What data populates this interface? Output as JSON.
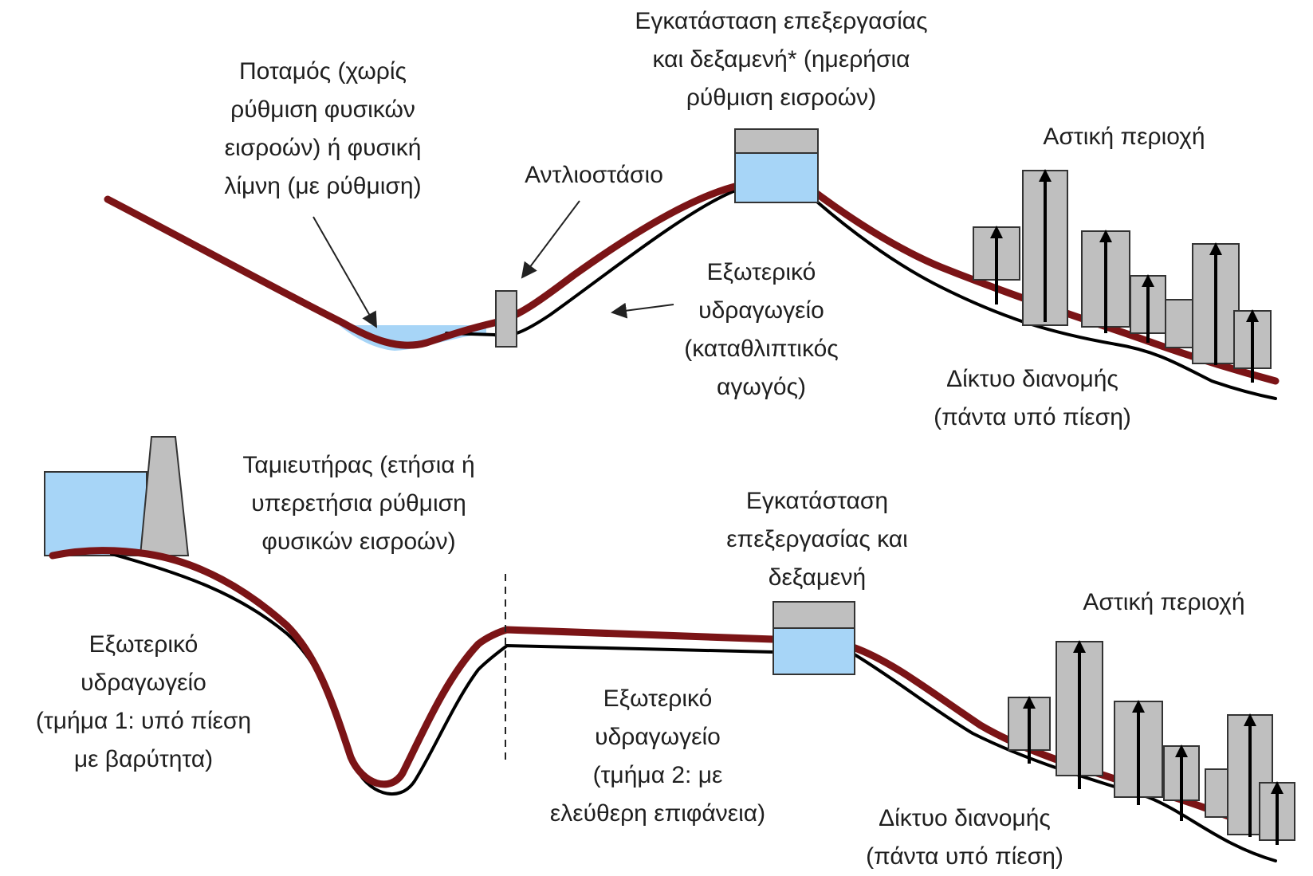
{
  "colors": {
    "pipe": "#7b1416",
    "ground": "#000000",
    "water": "#a7d5f7",
    "structure": "#bfbfbf",
    "outline": "#333333"
  },
  "top_scheme": {
    "river_label": [
      "Ποταμός (χωρίς",
      "ρύθμιση φυσικών",
      "εισροών) ή φυσική",
      "λίμνη (με ρύθμιση)"
    ],
    "pump_label": [
      "Αντλιοστάσιο"
    ],
    "plant_label": [
      "Εγκατάσταση επεξεργασίας",
      "και δεξαμενή* (ημερήσια",
      "ρύθμιση εισροών)"
    ],
    "aqueduct_label": [
      "Εξωτερικό",
      "υδραγωγείο",
      "(καταθλιπτικός",
      "αγωγός)"
    ],
    "urban_label": [
      "Αστική περιοχή"
    ],
    "network_label": [
      "Δίκτυο διανομής",
      "(πάντα υπό πίεση)"
    ]
  },
  "bottom_scheme": {
    "reservoir_label": [
      "Ταμιευτήρας (ετήσια ή",
      "υπερετήσια ρύθμιση",
      "φυσικών εισροών)"
    ],
    "aqueduct1_label": [
      "Εξωτερικό",
      "υδραγωγείο",
      "(τμήμα 1: υπό πίεση",
      "με βαρύτητα)"
    ],
    "plant_label": [
      "Εγκατάσταση",
      "επεξεργασίας και",
      "δεξαμενή"
    ],
    "aqueduct2_label": [
      "Εξωτερικό",
      "υδραγωγείο",
      "(τμήμα 2: με",
      "ελεύθερη επιφάνεια)"
    ],
    "urban_label": [
      "Αστική περιοχή"
    ],
    "network_label": [
      "Δίκτυο διανομής",
      "(πάντα υπό πίεση)"
    ]
  }
}
